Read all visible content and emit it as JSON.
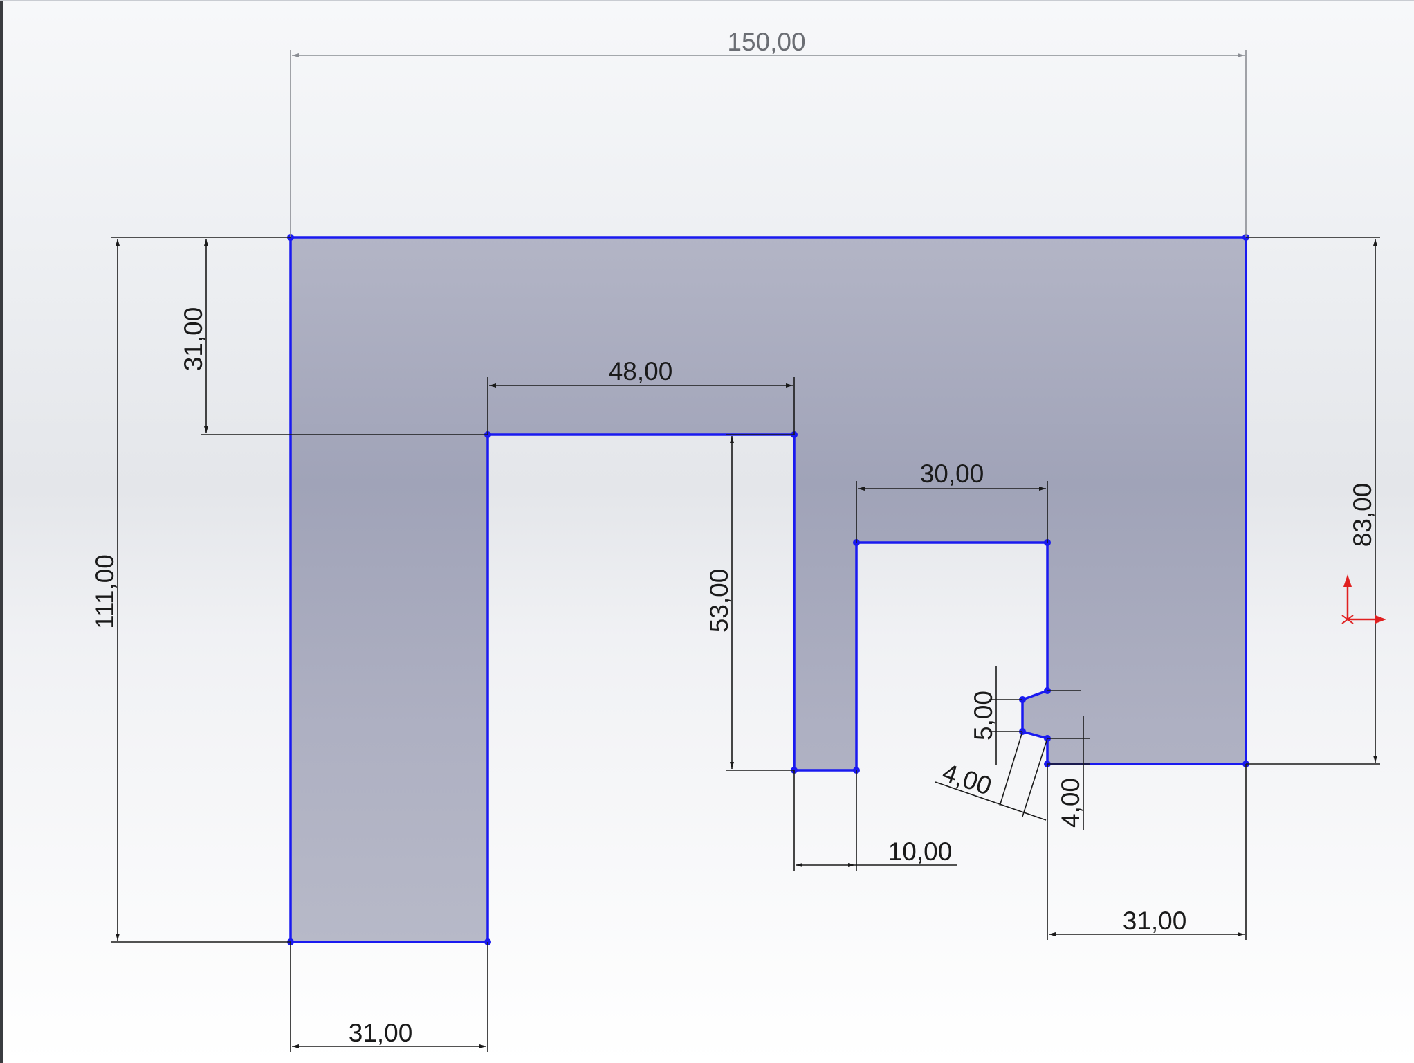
{
  "sketch": {
    "fill_color": "#a3a6bb",
    "edge_color": "#1a1af0",
    "dimension_color": "#1a1a1a",
    "origin_color": "#e02020"
  },
  "dimensions": {
    "overall_width": "150,00",
    "overall_height": "111,00",
    "top_band_height": "31,00",
    "slot_width": "48,00",
    "slot_depth": "53,00",
    "pocket_width": "30,00",
    "right_height": "83,00",
    "notch_height": "5,00",
    "chamfer_a": "4,00",
    "chamfer_b": "4,00",
    "web_width": "10,00",
    "left_leg_width": "31,00",
    "right_leg_width": "31,00"
  }
}
